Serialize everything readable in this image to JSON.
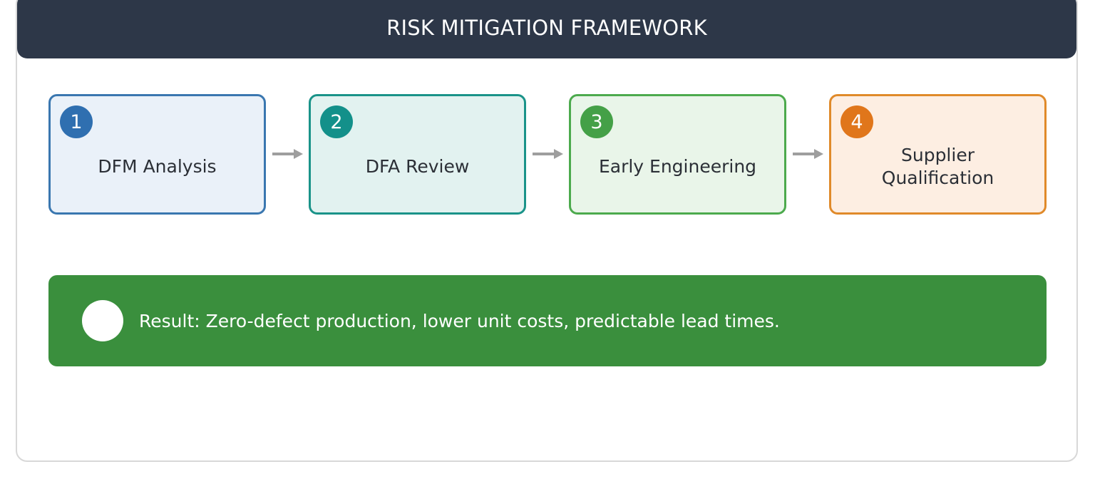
{
  "header": {
    "title": "RISK MITIGATION FRAMEWORK",
    "background_color": "#2d3748"
  },
  "steps": [
    {
      "number": "1",
      "label": "DFM Analysis",
      "border_color": "#3a77b0",
      "fill_color": "#eaf1f9",
      "badge_color": "#2f6fb0"
    },
    {
      "number": "2",
      "label": "DFA Review",
      "border_color": "#1a9389",
      "fill_color": "#e2f2f0",
      "badge_color": "#13908a"
    },
    {
      "number": "3",
      "label": "Early Engineering",
      "border_color": "#4caa4d",
      "fill_color": "#e9f5e9",
      "badge_color": "#44a047"
    },
    {
      "number": "4",
      "label": "Supplier\nQualification",
      "border_color": "#e08a2a",
      "fill_color": "#fdeee2",
      "badge_color": "#e0761b"
    }
  ],
  "result": {
    "text": "Result: Zero-defect production, lower unit costs, predictable lead times.",
    "background_color": "#3a8f3d"
  },
  "arrow_color": "#9e9e9e"
}
